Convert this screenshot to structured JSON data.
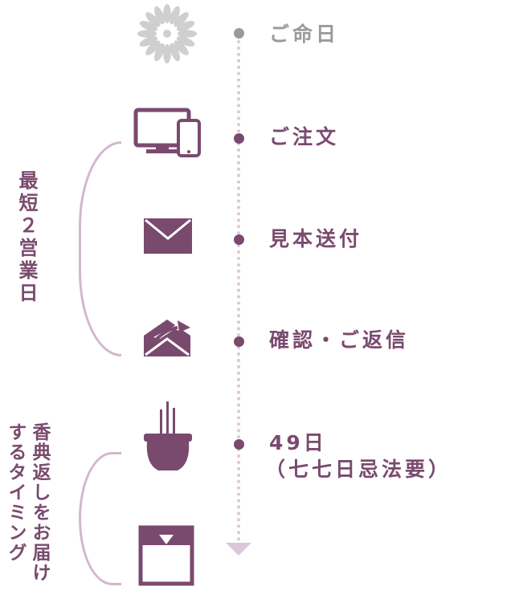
{
  "steps": [
    {
      "label": "ご命日",
      "icon": "chrysanthemum-icon"
    },
    {
      "label": "ご注文",
      "icon": "devices-icon"
    },
    {
      "label": "見本送付",
      "icon": "envelope-icon"
    },
    {
      "label": "確認・ご返信",
      "icon": "envelope-reply-icon"
    },
    {
      "label_line1": "49日",
      "label_line2": "（七七日忌法要）",
      "icon": "incense-burner-icon"
    },
    {
      "icon": "gift-box-icon"
    }
  ],
  "brackets": {
    "shortest": "最短２営業日",
    "timing": "香典返しをお届け\nするタイミング"
  },
  "colors": {
    "primary": "#7a4a6e",
    "grey": "#9a9a9a",
    "line": "#dcc6d8",
    "bracket": "#d3b6cd"
  }
}
